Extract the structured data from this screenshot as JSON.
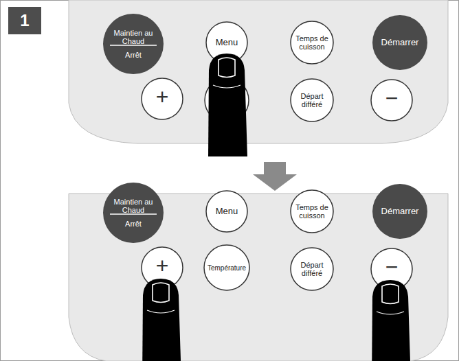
{
  "diagram": {
    "nodes": [
      {
        "text": [
          "1"
        ]
      },
      {
        "text": [
          "Maintien au Chaud",
          "Arrêt"
        ]
      },
      {
        "text": [
          "Menu"
        ]
      },
      {
        "text": [
          "Temps de cuisson"
        ]
      },
      {
        "text": [
          "Démarrer"
        ]
      },
      {
        "text": [
          "+"
        ]
      },
      {
        "text": [
          "Départ différé"
        ]
      },
      {
        "text": [
          "−"
        ]
      },
      {
        "text": [
          "Maintien au Chaud",
          "Arrêt"
        ]
      },
      {
        "text": [
          "Menu"
        ]
      },
      {
        "text": [
          "Temps de cuisson"
        ]
      },
      {
        "text": [
          "Démarrer"
        ]
      },
      {
        "text": [
          "+"
        ]
      },
      {
        "text": [
          "Température"
        ]
      },
      {
        "text": [
          "Départ différé"
        ]
      },
      {
        "text": [
          "−"
        ]
      }
    ]
  }
}
